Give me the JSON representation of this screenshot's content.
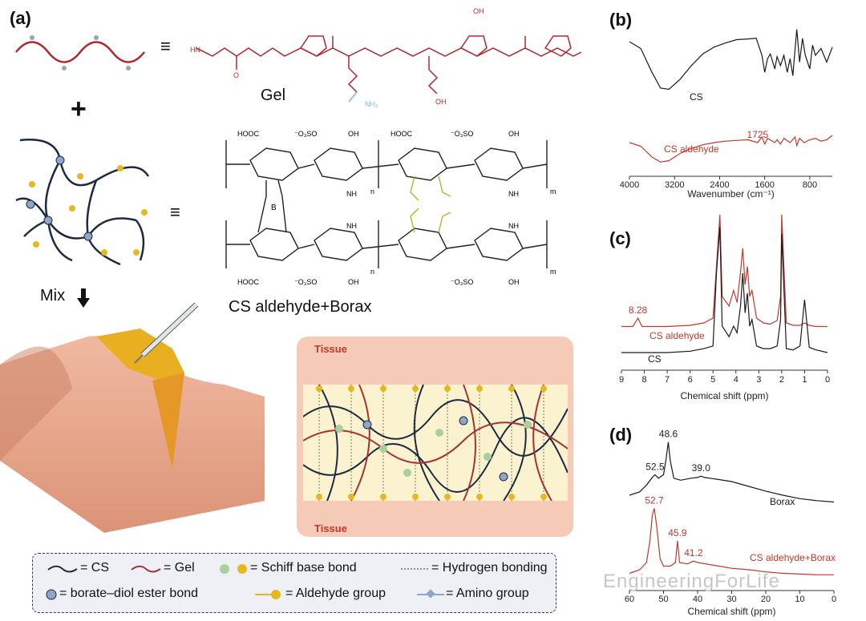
{
  "panels": {
    "a": "(a)",
    "b": "(b)",
    "c": "(c)",
    "d": "(d)"
  },
  "scheme": {
    "gel_label": "Gel",
    "cs_label": "CS aldehyde+Borax",
    "mix_label": "Mix",
    "tissue_top": "Tissue",
    "tissue_bottom": "Tissue",
    "equiv1": "≡",
    "equiv2": "≡",
    "plus": "+",
    "chem": {
      "hooc1": "HOOC",
      "o3so1": "⁻O₃SO",
      "oh1": "OH",
      "hooc2": "HOOC",
      "o3so2": "⁻O₃SO",
      "oh2": "OH",
      "nh1": "NH",
      "nh2": "NH",
      "n1": "n",
      "m1": "m",
      "b": "B",
      "hooc3": "HOOC",
      "o3so3": "⁻O₃SO",
      "oh3": "OH",
      "o3so4": "⁻O₃SO",
      "oh4": "OH",
      "nh3": "NH",
      "nh4": "NH",
      "n2": "n",
      "m2": "m",
      "hn_gel": "HN",
      "nh2_gel": "NH₂",
      "oh_gel1": "OH",
      "oh_gel2": "OH",
      "o_gel": "O"
    }
  },
  "legend": {
    "cs": "= CS",
    "gel": "= Gel",
    "schiff": "= Schiff base bond",
    "hbond": "= Hydrogen bonding",
    "borate": "= borate–diol ester bond",
    "aldehyde": "= Aldehyde group",
    "amino": "= Amino group"
  },
  "chart_data": [
    {
      "type": "line",
      "panel": "(b)",
      "xlabel": "Wavenumber (cm⁻¹)",
      "x_ticks": [
        4000,
        3200,
        2400,
        1600,
        800
      ],
      "xlim": [
        4000,
        400
      ],
      "series": [
        {
          "name": "CS",
          "color": "#1a1a1a",
          "x": [
            4000,
            3800,
            3600,
            3450,
            3300,
            3100,
            2900,
            2700,
            2500,
            2300,
            2100,
            1900,
            1750,
            1650,
            1600,
            1550,
            1500,
            1420,
            1380,
            1320,
            1260,
            1200,
            1150,
            1100,
            1060,
            1030,
            980,
            930,
            880,
            800,
            750,
            700,
            600,
            500,
            400
          ],
          "y": [
            0.8,
            0.7,
            0.35,
            0.12,
            0.1,
            0.25,
            0.45,
            0.62,
            0.72,
            0.78,
            0.83,
            0.84,
            0.85,
            0.6,
            0.35,
            0.55,
            0.62,
            0.4,
            0.58,
            0.45,
            0.6,
            0.35,
            0.55,
            0.3,
            0.7,
            0.98,
            0.5,
            0.85,
            0.6,
            0.4,
            0.75,
            0.6,
            0.7,
            0.5,
            0.72
          ]
        },
        {
          "name": "CS aldehyde",
          "color": "#c0392b",
          "x": [
            4000,
            3800,
            3600,
            3450,
            3300,
            3100,
            2900,
            2700,
            2500,
            2300,
            2100,
            1900,
            1725,
            1650,
            1600,
            1550,
            1420,
            1380,
            1320,
            1260,
            1150,
            1060,
            1030,
            980,
            900,
            800,
            700,
            600,
            500,
            400
          ],
          "y": [
            0.3,
            0.25,
            0.1,
            0.03,
            0.05,
            0.15,
            0.22,
            0.27,
            0.3,
            0.32,
            0.33,
            0.34,
            0.3,
            0.38,
            0.28,
            0.36,
            0.3,
            0.34,
            0.28,
            0.36,
            0.3,
            0.38,
            0.26,
            0.36,
            0.3,
            0.34,
            0.36,
            0.32,
            0.34,
            0.4
          ]
        }
      ],
      "annotations": [
        {
          "text": "1725",
          "x": 1725
        }
      ]
    },
    {
      "type": "line",
      "panel": "(c)",
      "xlabel": "Chemical shift (ppm)",
      "x_ticks": [
        9,
        8,
        7,
        6,
        5,
        4,
        3,
        2,
        1,
        0
      ],
      "xlim": [
        9,
        0
      ],
      "series": [
        {
          "name": "CS aldehyde",
          "color": "#c0392b",
          "x": [
            9,
            8.5,
            8.28,
            8.1,
            7,
            6,
            5.4,
            5.0,
            4.85,
            4.7,
            4.6,
            4.3,
            4.1,
            3.95,
            3.8,
            3.7,
            3.6,
            3.5,
            3.4,
            3.3,
            3.1,
            2.8,
            2.5,
            2.2,
            2.05,
            2.0,
            1.8,
            1.5,
            1.2,
            1.0,
            0.8,
            0.5,
            0
          ],
          "y": [
            0.05,
            0.05,
            0.12,
            0.05,
            0.05,
            0.06,
            0.08,
            0.12,
            0.55,
            0.98,
            0.3,
            0.22,
            0.35,
            0.25,
            0.5,
            0.7,
            0.4,
            0.55,
            0.3,
            0.35,
            0.12,
            0.08,
            0.07,
            0.1,
            0.3,
            0.98,
            0.08,
            0.06,
            0.06,
            0.08,
            0.06,
            0.05,
            0.05
          ]
        },
        {
          "name": "CS",
          "color": "#1a1a1a",
          "x": [
            9,
            8,
            7,
            6,
            5.4,
            5.0,
            4.85,
            4.7,
            4.6,
            4.3,
            4.1,
            3.95,
            3.8,
            3.7,
            3.6,
            3.5,
            3.4,
            3.3,
            3.1,
            2.8,
            2.5,
            2.2,
            2.05,
            2.0,
            1.8,
            1.5,
            1.2,
            1.0,
            0.8,
            0.5,
            0
          ],
          "y": [
            0.0,
            0.0,
            0.0,
            0.01,
            0.03,
            0.05,
            0.6,
            0.95,
            0.2,
            0.12,
            0.2,
            0.15,
            0.35,
            0.6,
            0.3,
            0.45,
            0.2,
            0.25,
            0.05,
            0.03,
            0.03,
            0.05,
            0.25,
            0.9,
            0.03,
            0.02,
            0.05,
            0.4,
            0.04,
            0.02,
            0.0
          ]
        }
      ],
      "annotations": [
        {
          "text": "8.28",
          "x": 8.28
        }
      ]
    },
    {
      "type": "line",
      "panel": "(d)",
      "xlabel": "Chemical shift (ppm)",
      "x_ticks": [
        60,
        50,
        40,
        30,
        20,
        10,
        0
      ],
      "xlim": [
        60,
        0
      ],
      "series": [
        {
          "name": "Borax",
          "color": "#1a1a1a",
          "x": [
            60,
            57,
            55,
            53,
            52.5,
            51.5,
            50,
            49.2,
            48.6,
            48,
            47,
            45,
            42,
            40,
            39,
            38,
            35,
            30,
            25,
            20,
            15,
            10,
            5,
            0
          ],
          "y": [
            0.2,
            0.25,
            0.35,
            0.48,
            0.5,
            0.45,
            0.5,
            0.75,
            0.98,
            0.7,
            0.45,
            0.42,
            0.45,
            0.46,
            0.48,
            0.46,
            0.44,
            0.4,
            0.33,
            0.26,
            0.2,
            0.15,
            0.12,
            0.1
          ]
        },
        {
          "name": "CS aldehyde+Borax",
          "color": "#c0392b",
          "x": [
            60,
            57,
            55,
            54,
            53.3,
            52.7,
            52,
            51,
            50,
            48,
            46.5,
            45.9,
            45.3,
            43,
            41.2,
            40,
            35,
            30,
            25,
            20,
            15,
            10,
            5,
            0
          ],
          "y": [
            0.05,
            0.1,
            0.2,
            0.5,
            0.85,
            0.95,
            0.7,
            0.25,
            0.15,
            0.15,
            0.2,
            0.5,
            0.2,
            0.18,
            0.22,
            0.2,
            0.16,
            0.12,
            0.1,
            0.07,
            0.05,
            0.04,
            0.03,
            0.03
          ]
        }
      ],
      "annotations": [
        {
          "text": "48.6",
          "x": 48.6
        },
        {
          "text": "52.5",
          "x": 52.5
        },
        {
          "text": "39.0",
          "x": 39.0
        },
        {
          "text": "52.7",
          "x": 52.7
        },
        {
          "text": "45.9",
          "x": 45.9
        },
        {
          "text": "41.2",
          "x": 41.2
        }
      ]
    }
  ],
  "watermark": "EngineeringForLife"
}
